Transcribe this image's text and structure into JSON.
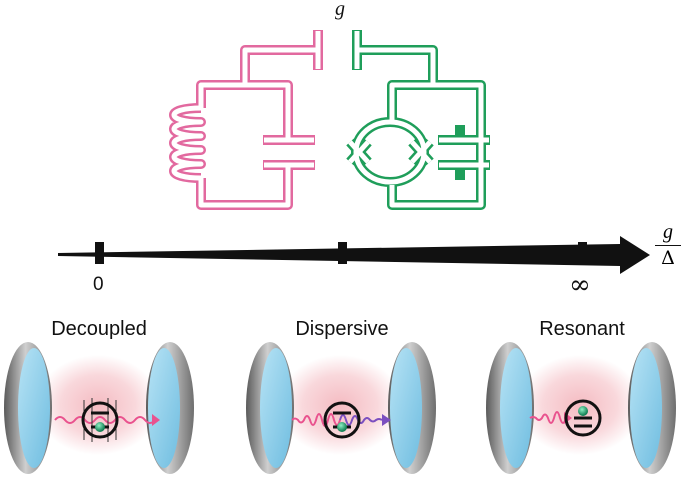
{
  "coupling_symbol": "g",
  "axis": {
    "numerator": "g",
    "denominator": "Δ",
    "tick_zero": "0",
    "tick_infinity": "∞"
  },
  "regimes": [
    {
      "label": "Decoupled"
    },
    {
      "label": "Dispersive"
    },
    {
      "label": "Resonant"
    }
  ],
  "colors": {
    "resonator_circuit": "#e2699f",
    "qubit_circuit": "#1f9e5a",
    "arrow": "#111111",
    "mirror_face": "#8fd0ec",
    "mirror_rim": "#8c8c8c",
    "cavity_glow": "#f4b8bf",
    "photon_pink": "#e9528e",
    "photon_purple": "#7b4fc0",
    "atom_green": "#18a06b"
  },
  "icons": [
    "lc-resonator-circuit",
    "transmon-qubit-circuit",
    "fabry-perot-mirror",
    "atom-icon",
    "photon-wave"
  ]
}
